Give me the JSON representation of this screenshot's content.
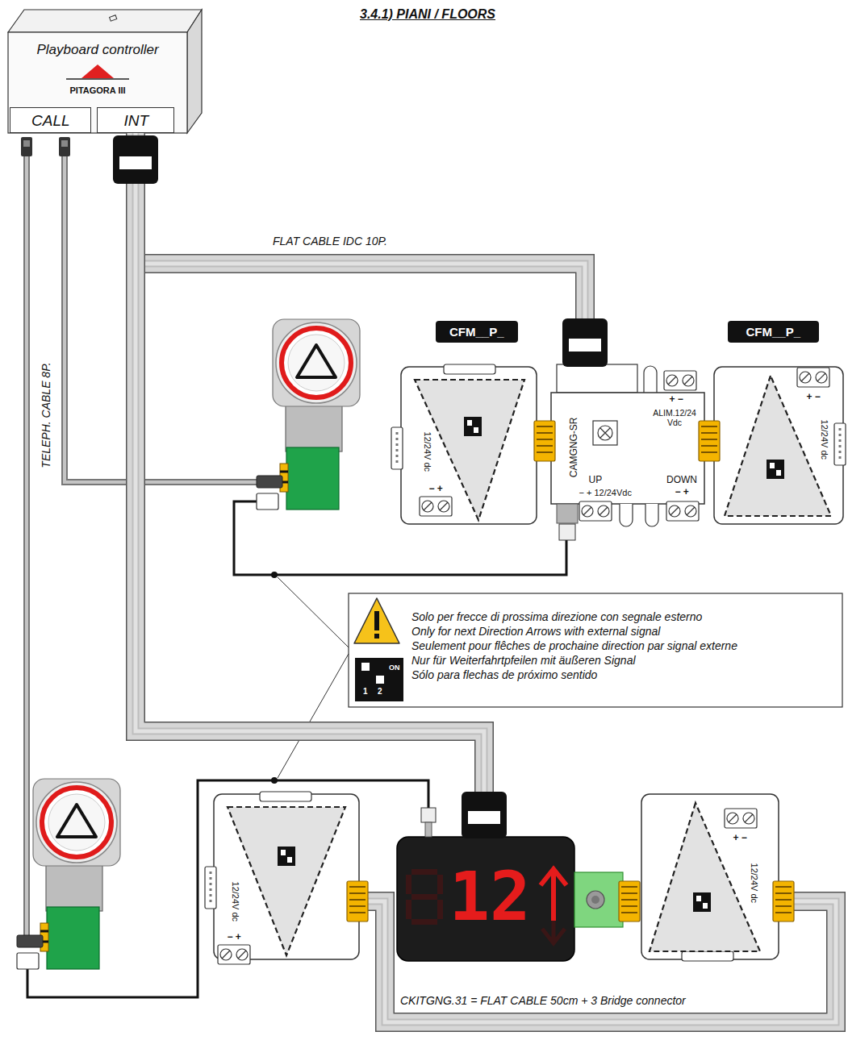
{
  "diagram": {
    "title": "3.4.1) PIANI / FLOORS",
    "nodes": [
      {
        "text": [
          "Playboard controller",
          "PITAGORA III"
        ]
      },
      {
        "text": [
          "CALL"
        ],
        "in": 0
      },
      {
        "text": [
          "INT"
        ],
        "in": 0
      },
      {
        "text": [
          "CFM__P_"
        ]
      },
      {
        "text": [
          "CFM__P_"
        ]
      },
      {
        "text": [
          "12/24V dc",
          "− +"
        ]
      },
      {
        "text": [
          "CAMGNG-SR",
          "+ −",
          "ALIM.12/24 Vdc",
          "UP",
          "− + 12/24Vdc",
          "DOWN",
          "− +"
        ]
      },
      {
        "text": [
          "+ −",
          "12/24V dc"
        ]
      },
      {
        "text": [
          "Solo per frecce di prossima direzione con segnale esterno",
          "Only for next Direction Arrows with external signal",
          "Seulement pour flêches de prochaine direction par signal externe",
          "Nur für Weiterfahrtpfeilen mit äußeren Signal",
          "Sólo para flechas de próximo sentido"
        ]
      },
      {
        "text": [
          "12/24V dc",
          "− +"
        ]
      },
      {
        "text": [
          "12"
        ]
      },
      {
        "text": [
          "+ −",
          "12/24V dc"
        ]
      }
    ],
    "edges": [
      {
        "from": 2,
        "to": 6,
        "arrow": "none"
      },
      {
        "from": 2,
        "to": 10,
        "arrow": "none"
      },
      {
        "from": 9,
        "to": 11,
        "arrow": "none"
      }
    ],
    "labels": [
      "FLAT CABLE IDC 10P.",
      "TELEPH. CABLE 8P.",
      "ON",
      "1",
      "2",
      "CKITGNG.31 = FLAT CABLE 50cm + 3 Bridge connector"
    ]
  }
}
